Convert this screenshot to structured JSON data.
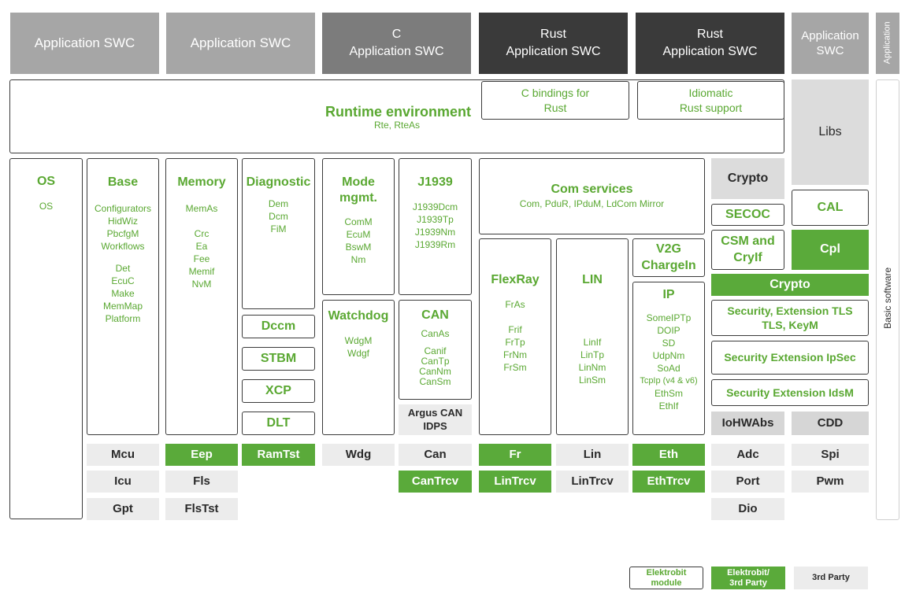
{
  "top_row": [
    {
      "lines": [
        "Application SWC"
      ]
    },
    {
      "lines": [
        "Application SWC"
      ]
    },
    {
      "lines": [
        "C",
        "Application SWC"
      ]
    },
    {
      "lines": [
        "Rust",
        "Application SWC"
      ]
    },
    {
      "lines": [
        "Rust",
        "Application SWC"
      ]
    },
    {
      "lines": [
        "Application",
        "SWC"
      ]
    }
  ],
  "side_labels": {
    "application": "Application",
    "basic_software": "Basic software"
  },
  "rte": {
    "title": "Runtime environment",
    "sub": "Rte, RteAs",
    "c_bindings": [
      "C bindings for",
      "Rust"
    ],
    "idiomatic": [
      "Idiomatic",
      "Rust support"
    ]
  },
  "libs": "Libs",
  "os": {
    "title": "OS",
    "items": [
      "OS"
    ]
  },
  "base": {
    "title": "Base",
    "items": [
      "Configurators",
      "HidWiz",
      "PbcfgM",
      "Workflows",
      "",
      "Det",
      "EcuC",
      "Make",
      "MemMap",
      "Platform"
    ]
  },
  "memory": {
    "title": "Memory",
    "items": [
      "MemAs",
      "",
      "Crc",
      "Ea",
      "Fee",
      "Memif",
      "NvM"
    ]
  },
  "diagnostic": {
    "title": "Diagnostic",
    "items": [
      "Dem",
      "Dcm",
      "FiM"
    ]
  },
  "diag_modules": [
    "Dccm",
    "STBM",
    "XCP",
    "DLT"
  ],
  "mode": {
    "title": [
      "Mode",
      "mgmt."
    ],
    "items": [
      "ComM",
      "EcuM",
      "BswM",
      "Nm"
    ]
  },
  "watchdog": {
    "title": "Watchdog",
    "items": [
      "WdgM",
      "Wdgf"
    ]
  },
  "j1939": {
    "title": "J1939",
    "items": [
      "J1939Dcm",
      "J1939Tp",
      "J1939Nm",
      "J1939Rm"
    ]
  },
  "can": {
    "title": "CAN",
    "items": [
      "CanAs",
      "",
      "Canif",
      "CanTp",
      "CanNm",
      "CanSm"
    ]
  },
  "argus": [
    "Argus CAN",
    "IDPS"
  ],
  "com_services": {
    "title": "Com services",
    "sub": "Com, PduR, IPduM, LdCom Mirror"
  },
  "flexray": {
    "title": "FlexRay",
    "items": [
      "FrAs",
      "",
      "Frif",
      "FrTp",
      "FrNm",
      "FrSm"
    ]
  },
  "lin": {
    "title": "LIN",
    "items": [
      "LinIf",
      "LinTp",
      "LinNm",
      "LinSm"
    ]
  },
  "v2g": [
    "V2G",
    "ChargeIn"
  ],
  "ip": {
    "title": "IP",
    "items": [
      "SomeIPTp",
      "DOIP",
      "SD",
      "UdpNm",
      "SoAd",
      "TcpIp (v4 & v6)",
      "EthSm",
      "EthIf"
    ]
  },
  "crypto_gray": "Crypto",
  "secoc": "SECOC",
  "csm": [
    "CSM and",
    "CryIf"
  ],
  "cal": "CAL",
  "cpl": "Cpl",
  "crypto_green": "Crypto",
  "sec_tls": [
    "Security, Extension TLS",
    "TLS, KeyM"
  ],
  "sec_ipsec": "Security Extension IpSec",
  "sec_idsm": "Security Extension IdsM",
  "iohwabs": "IoHWAbs",
  "cdd": "CDD",
  "mcal": {
    "mcu": "Mcu",
    "icu": "Icu",
    "gpt": "Gpt",
    "eep": "Eep",
    "fls": "Fls",
    "flstst": "FlsTst",
    "ramtst": "RamTst",
    "wdg": "Wdg",
    "can": "Can",
    "cantrcv": "CanTrcv",
    "fr": "Fr",
    "lintrcv_g": "LinTrcv",
    "lin": "Lin",
    "lintrcv": "LinTrcv",
    "eth": "Eth",
    "ethtrcv": "EthTrcv",
    "adc": "Adc",
    "port": "Port",
    "dio": "Dio",
    "spi": "Spi",
    "pwm": "Pwm"
  },
  "legend": {
    "elektrobit": [
      "Elektrobit",
      "module"
    ],
    "elektrobit_3rd": [
      "Elektrobit/",
      "3rd Party"
    ],
    "third": "3rd Party"
  },
  "colors": {
    "green": "#5aaa3a",
    "gray": "#e6e6e6",
    "dark": "#3d3d3d",
    "mid": "#9a9a9a"
  }
}
